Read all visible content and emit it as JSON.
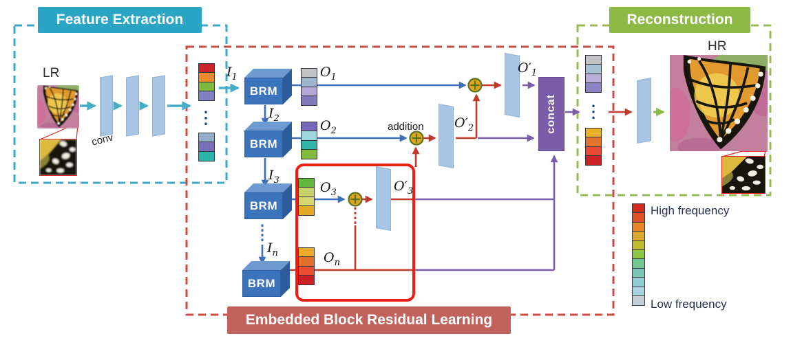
{
  "banners": {
    "feature_extraction": {
      "label": "Feature Extraction",
      "bg": "#2aa6c4"
    },
    "embedded_block_residual_learning": {
      "label": "Embedded Block Residual Learning",
      "bg": "#c2625c"
    },
    "reconstruction": {
      "label": "Reconstruction",
      "bg": "#8cba44"
    }
  },
  "images": {
    "lr_label": "LR",
    "hr_label": "HR"
  },
  "conv_label": "conv",
  "concat_label": "concat",
  "addition_label": "addition",
  "brm_blocks": [
    {
      "label": "BRM"
    },
    {
      "label": "BRM"
    },
    {
      "label": "BRM"
    },
    {
      "label": "BRM"
    }
  ],
  "node_labels": {
    "i1": {
      "base": "I",
      "sub": "1"
    },
    "i2": {
      "base": "I",
      "sub": "2"
    },
    "i3": {
      "base": "I",
      "sub": "3"
    },
    "in": {
      "base": "I",
      "sub": "n"
    },
    "o1": {
      "base": "O",
      "sub": "1"
    },
    "o2": {
      "base": "O",
      "sub": "2"
    },
    "o3": {
      "base": "O",
      "sub": "3"
    },
    "on": {
      "base": "O",
      "sub": "n"
    },
    "o1p": {
      "base": "O′",
      "sub": "1"
    },
    "o2p": {
      "base": "O′",
      "sub": "2"
    },
    "o3p": {
      "base": "O′",
      "sub": "3"
    }
  },
  "feature_columns": {
    "input_top": [
      "#c9242b",
      "#ef8b2d",
      "#7eb83e",
      "#8180c1"
    ],
    "input_bottom": [
      "#93aec9",
      "#7a70ba",
      "#2cb5a6"
    ],
    "o1": [
      "#c1c3c5",
      "#9db5cd",
      "#b3a8d5",
      "#837abd"
    ],
    "o2": [
      "#7568b6",
      "#a0d8df",
      "#35b5a9",
      "#82bb3e"
    ],
    "o3": [
      "#5eb93c",
      "#c5d169",
      "#d8d76f",
      "#e5a826"
    ],
    "on": [
      "#ecab2b",
      "#e2702a",
      "#ea4c31",
      "#cc2025"
    ],
    "output_top": [
      "#c3c3c5",
      "#a9bfd4",
      "#b9aed8",
      "#8c83c4"
    ],
    "output_bottom": [
      "#e9b12d",
      "#e2752b",
      "#ea4a33",
      "#cc2127"
    ]
  },
  "legend": {
    "high_label": "High frequency",
    "low_label": "Low frequency",
    "colors": [
      "#cf2b1e",
      "#dd5226",
      "#e98726",
      "#ddab2a",
      "#c0bb33",
      "#8dc63f",
      "#72c691",
      "#7ac6b8",
      "#93cdd4",
      "#a8d4e0",
      "#c6cfd6"
    ]
  },
  "accent_colors": {
    "teal_arrow": "#45aec6",
    "blue_arrow": "#3c6fb8",
    "red_arrow": "#bf3a2b",
    "purple_arrow": "#7a5fa8",
    "green_arrow": "#8cba44",
    "highlight_box": "#f01d14",
    "addition_node_fill": "#dfa61e",
    "addition_node_stroke": "#57711f",
    "concat_fill": "#7b5ca8"
  }
}
